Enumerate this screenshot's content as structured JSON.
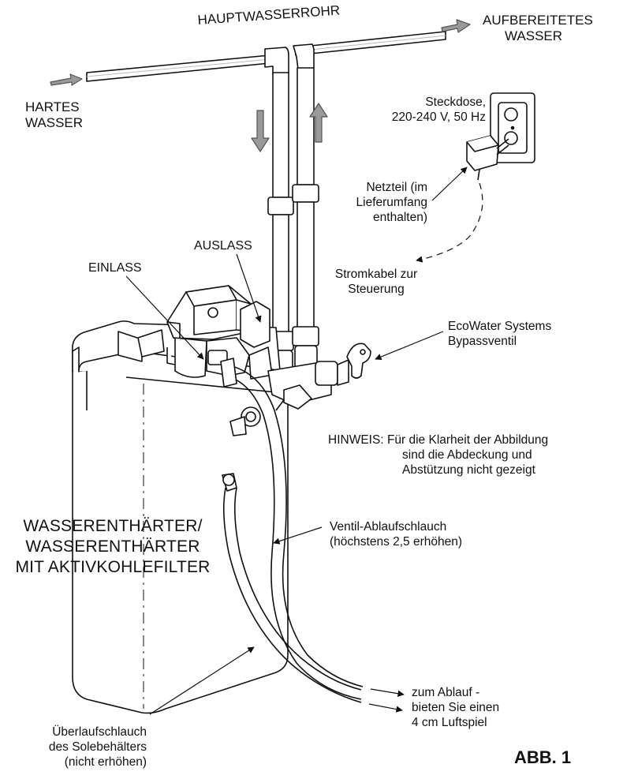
{
  "labels": {
    "main_pipe": "HAUPTWASSERROHR",
    "treated_water": [
      "AUFBEREITETES",
      "WASSER"
    ],
    "hard_water": [
      "HARTES",
      "WASSER"
    ],
    "outlet": "AUSLASS",
    "inlet": "EINLASS",
    "socket": [
      "Steckdose,",
      "220-240 V, 50 Hz"
    ],
    "power_supply": [
      "Netzteil (im",
      "Lieferumfang",
      "enthalten)"
    ],
    "power_cord": [
      "Stromkabel zur",
      "Steuerung"
    ],
    "bypass": [
      "EcoWater Systems",
      "Bypassventil"
    ],
    "note_prefix": "HINWEIS:",
    "note": [
      "Für die Klarheit der Abbildung",
      "sind die Abdeckung und",
      "Abstützung nicht gezeigt"
    ],
    "softener": [
      "WASSERENTHÄRTER/",
      "WASSERENTHÄRTER",
      "MIT AKTIVKOHLEFILTER"
    ],
    "valve_drain": [
      "Ventil-Ablaufschlauch",
      "(höchstens 2,5 erhöhen)"
    ],
    "to_drain": [
      "zum Ablauf -",
      "bieten Sie einen",
      "4 cm Luftspiel"
    ],
    "overflow": [
      "Überlaufschlauch",
      "des Solebehälters",
      "(nicht erhöhen)"
    ],
    "figure_id": "ABB. 1"
  }
}
